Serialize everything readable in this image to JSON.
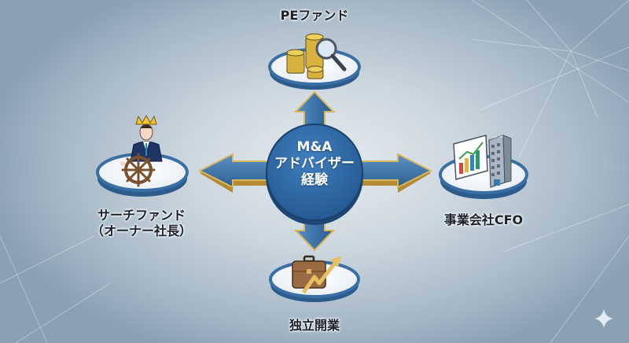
{
  "center": {
    "line1": "M&A",
    "line2": "アドバイザー",
    "line3": "経験"
  },
  "nodes": {
    "top": {
      "label": "PEファンド",
      "icon": "coins-magnifier-icon"
    },
    "left": {
      "label_line1": "サーチファンド",
      "label_line2": "（オーナー社長）",
      "icon": "businessman-ship-wheel-crown-icon"
    },
    "right": {
      "label": "事業会社CFO",
      "icon": "chart-building-icon"
    },
    "bottom": {
      "label": "独立開業",
      "icon": "briefcase-growth-arrow-icon"
    }
  },
  "colors": {
    "center_blue": "#2f68a8",
    "arrow_blue": "#3b74ab",
    "arrow_gold": "#d8b45a",
    "platform_rim": "#3a6fa5"
  }
}
